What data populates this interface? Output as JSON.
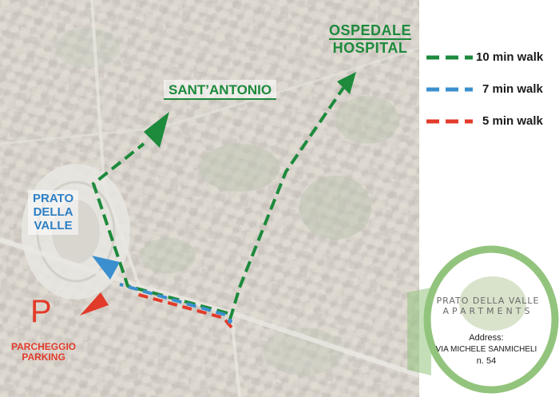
{
  "labels": {
    "ospedale_line1": "OSPEDALE",
    "ospedale_line2": "HOSPITAL",
    "santantonio": "SANT’ANTONIO",
    "prato_line1": "PRATO",
    "prato_line2": "DELLA",
    "prato_line3": "VALLE",
    "parking_symbol": "P",
    "parking_line1": "PARCHEGGIO",
    "parking_line2": "PARKING"
  },
  "legend": [
    {
      "label": "10 min walk",
      "color": "#1d8a3c"
    },
    {
      "label": "7 min walk",
      "color": "#3b8fcf"
    },
    {
      "label": "5 min walk",
      "color": "#e23b2a"
    }
  ],
  "callout": {
    "logo_line1": "PRATO DELLA VALLE",
    "logo_line2": "APARTMENTS",
    "address_title": "Address:",
    "address_line1": "VIA MICHELE SANMICHELI",
    "address_line2": "n. 54",
    "border_color": "#93c47d",
    "logo_badge_color": "#c9d7b5"
  },
  "colors": {
    "green_route": "#1d8a3c",
    "blue_route": "#3b8fcf",
    "red_route": "#e23b2a"
  }
}
